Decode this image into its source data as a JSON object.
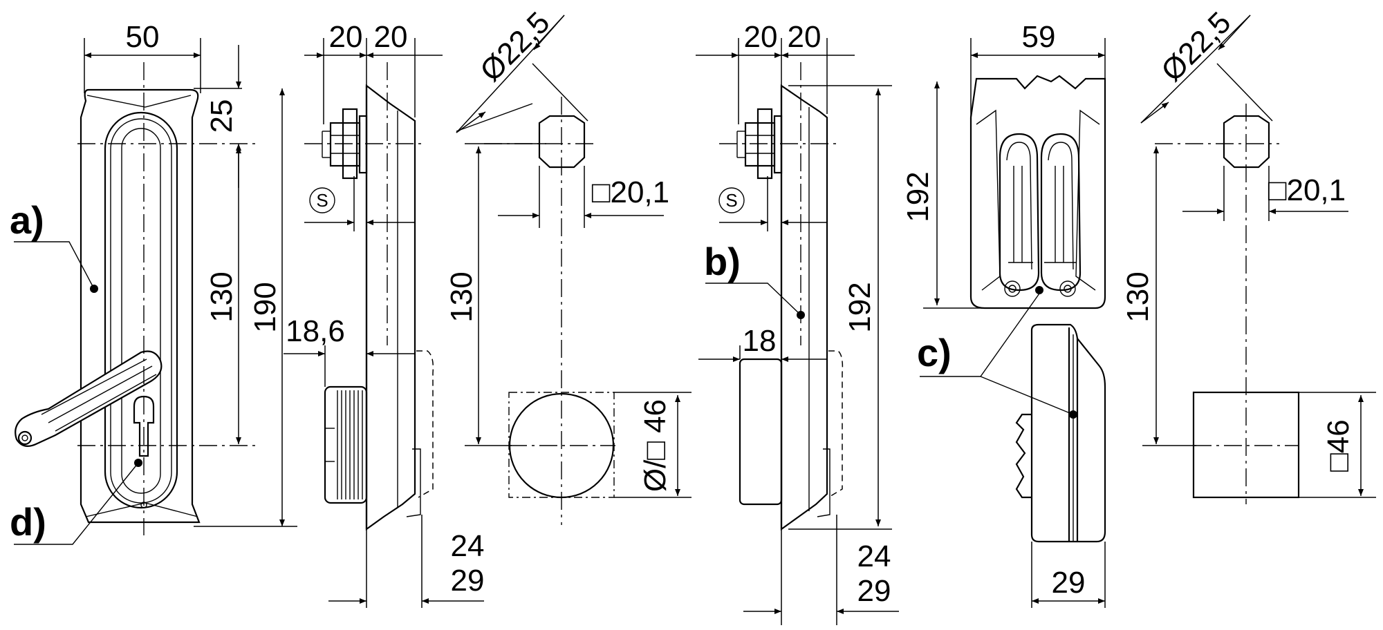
{
  "dimensions": {
    "handle_a_width": "50",
    "handle_a_top_offset": "25",
    "handle_a_pitch": "130",
    "handle_a_height": "190",
    "side_a_left": "20",
    "side_a_right": "20",
    "side_a_projection": "18,6",
    "side_a_depth_1": "24",
    "side_a_depth_2": "29",
    "cutout_1_diameter": "Ø22,5",
    "cutout_1_square": "□20,1",
    "cutout_1_pitch": "130",
    "cutout_1_size": "Ø/□ 46",
    "side_b_left": "20",
    "side_b_right": "20",
    "side_b_projection": "18",
    "side_b_height": "192",
    "side_b_depth_1": "24",
    "side_b_depth_2": "29",
    "handle_c_width": "59",
    "handle_c_height": "192",
    "side_c_depth": "29",
    "cutout_2_diameter": "Ø22,5",
    "cutout_2_square": "□20,1",
    "cutout_2_pitch": "130",
    "cutout_2_size": "□46"
  },
  "labels": {
    "a": "a)",
    "b": "b)",
    "c": "c)",
    "d": "d)",
    "s_mark_1": "S",
    "s_mark_2": "S"
  }
}
